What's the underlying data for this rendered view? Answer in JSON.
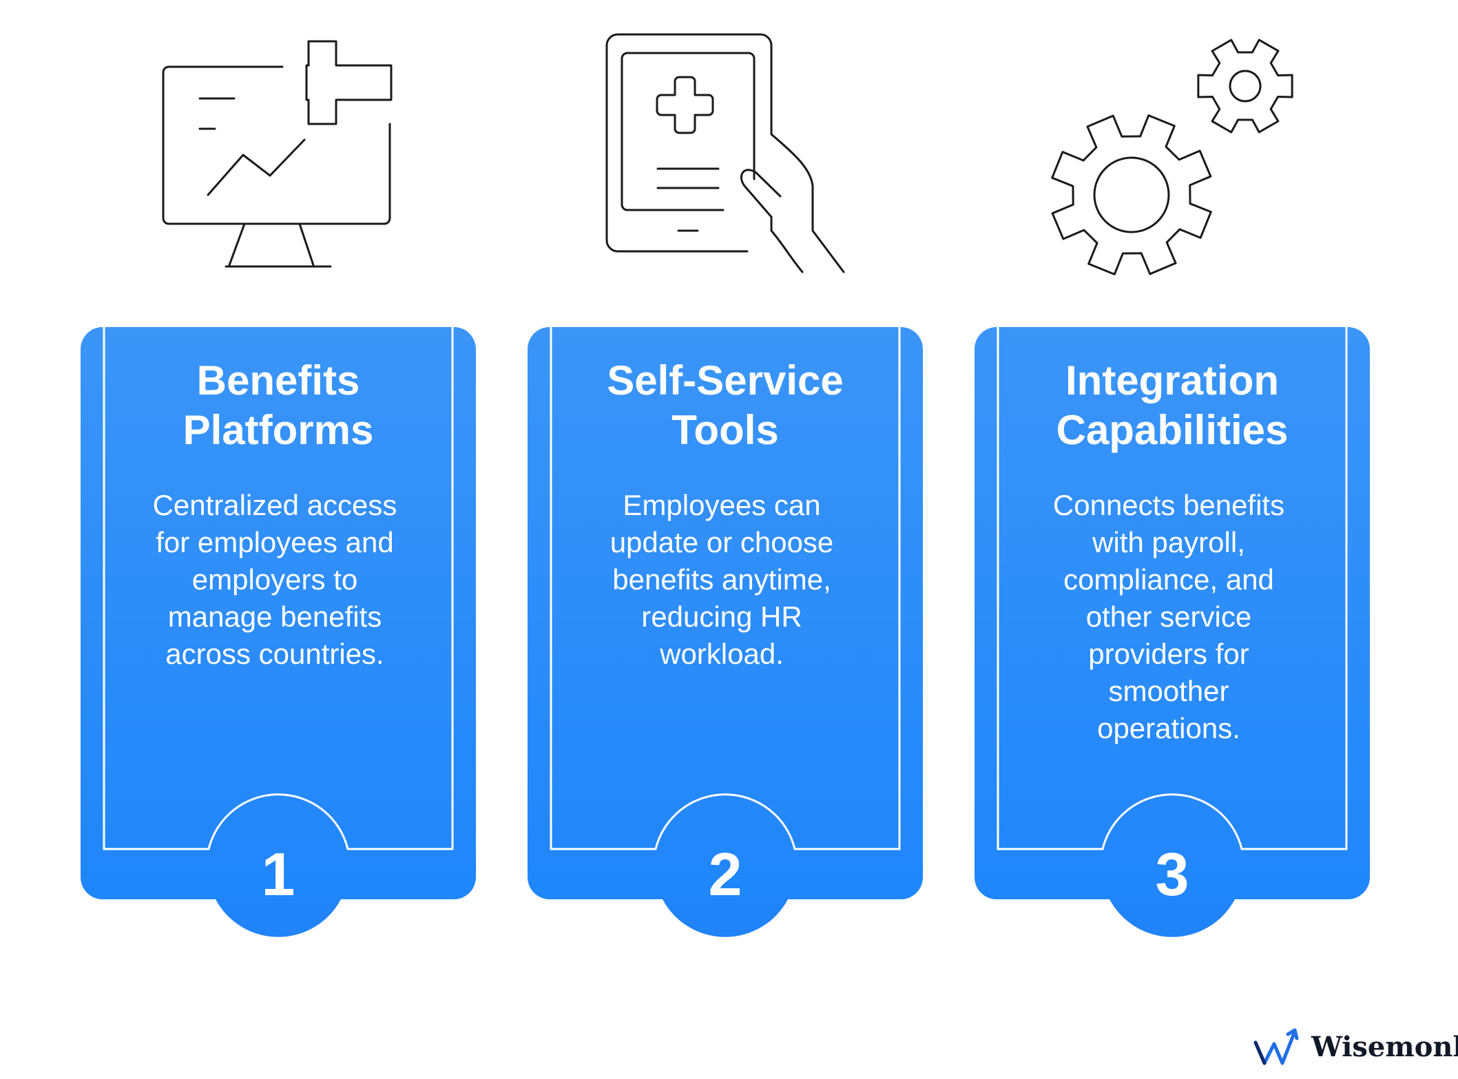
{
  "colors": {
    "card_top": "#3b95f7",
    "card_bottom": "#1f86fb",
    "icon_stroke": "#1a1a1a",
    "text": "#ffffff"
  },
  "cards": [
    {
      "icon": "monitor-medical-chart-icon",
      "title_line1": "Benefits",
      "title_line2": "Platforms",
      "description": [
        "Centralized access",
        "for employees and",
        "employers to",
        "manage benefits",
        "across countries."
      ],
      "number": "1"
    },
    {
      "icon": "tablet-in-hand-medical-icon",
      "title_line1": "Self-Service",
      "title_line2": "Tools",
      "description": [
        "Employees can",
        "update or choose",
        "benefits anytime,",
        "reducing HR",
        "workload."
      ],
      "number": "2"
    },
    {
      "icon": "gears-icon",
      "title_line1": "Integration",
      "title_line2": "Capabilities",
      "description": [
        "Connects benefits",
        "with payroll,",
        "compliance, and",
        "other service",
        "providers for",
        "smoother",
        "operations."
      ],
      "number": "3"
    }
  ],
  "brand": {
    "logo_icon": "wisemonk-logo-icon",
    "name": "Wisemonk"
  }
}
